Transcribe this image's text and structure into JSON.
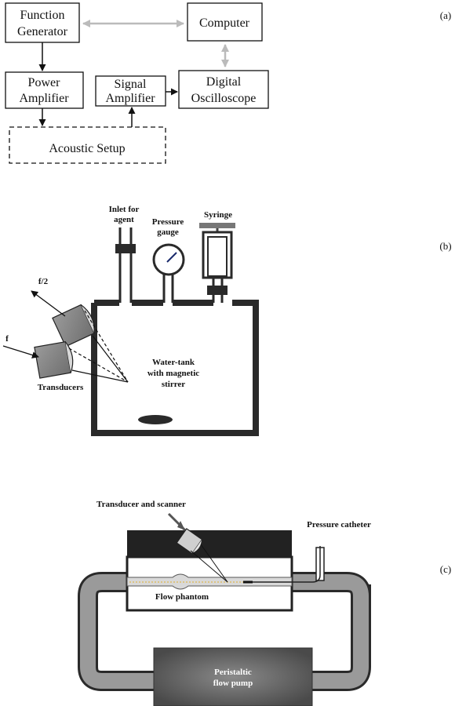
{
  "panels": {
    "a": "(a)",
    "b": "(b)",
    "c": "(c)"
  },
  "diagram_a": {
    "function_generator": [
      "Function",
      "Generator"
    ],
    "computer": "Computer",
    "power_amplifier": [
      "Power",
      "Amplifier"
    ],
    "signal_amplifier": [
      "Signal",
      "Amplifier"
    ],
    "digital_oscilloscope": [
      "Digital",
      "Oscilloscope"
    ],
    "acoustic_setup": "Acoustic Setup"
  },
  "diagram_b": {
    "inlet": [
      "Inlet for",
      "agent"
    ],
    "pressure_gauge": [
      "Pressure",
      "gauge"
    ],
    "syringe": "Syringe",
    "f_half": "f/2",
    "f": "f",
    "transducers": "Transducers",
    "water_tank": [
      "Water-tank",
      "with magnetic",
      "stirrer"
    ]
  },
  "diagram_c": {
    "transducer_scanner": "Transducer and scanner",
    "pressure_catheter": "Pressure catheter",
    "flow_phantom": "Flow phantom",
    "pump": [
      "Peristaltic",
      "flow pump"
    ]
  },
  "colors": {
    "gray_arrow": "#bbbbbb",
    "tank_wall": "#2a2a2a",
    "transducer": "#8a8a8a",
    "tube": "#9a9a9a",
    "pump": "#5a5a5a",
    "phantom_top": "#222222"
  }
}
